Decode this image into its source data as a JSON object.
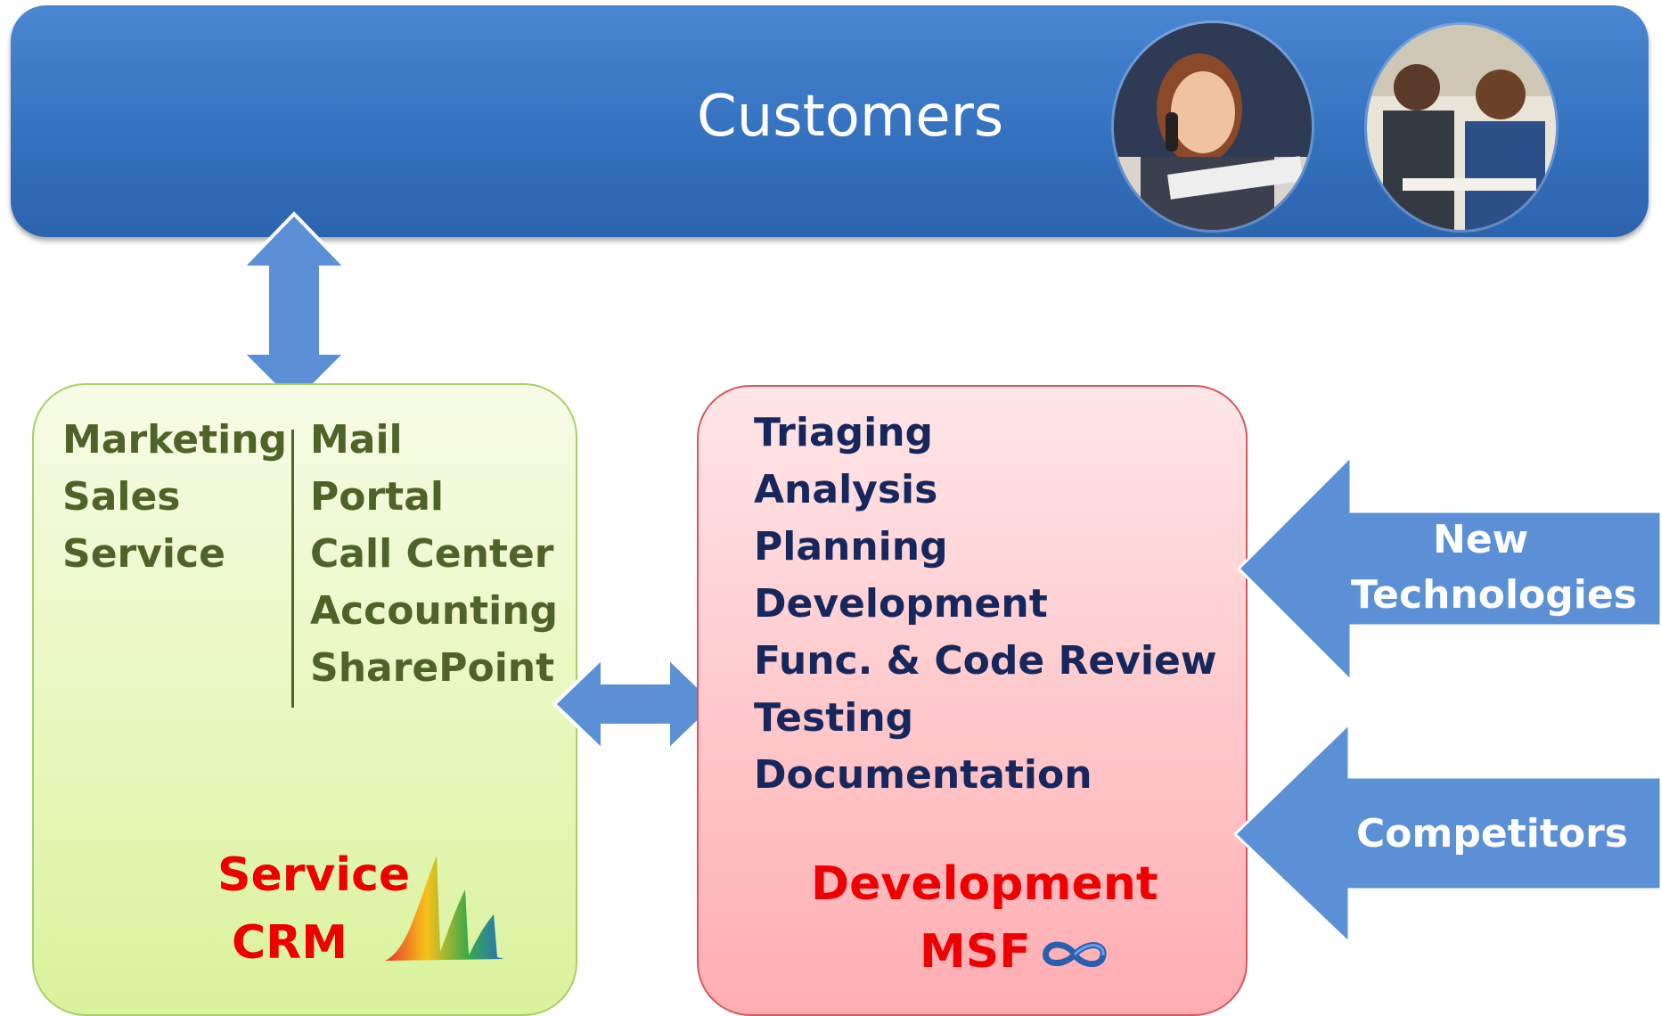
{
  "banner": {
    "title": "Customers"
  },
  "crm_box": {
    "left_items": [
      "Marketing",
      "Sales",
      "Service"
    ],
    "right_items": [
      "Mail",
      "Portal",
      "Call Center",
      "Accounting",
      "SharePoint"
    ],
    "label_line1": "Service",
    "label_line2": "CRM"
  },
  "dev_box": {
    "items": [
      "Triaging",
      "Analysis",
      "Planning",
      "Development",
      "Func. & Code Review",
      "Testing",
      "Documentation"
    ],
    "label_line1": "Development",
    "label_line2": "MSF"
  },
  "inputs": [
    {
      "line1": "New",
      "line2": "Technologies"
    },
    {
      "line1": "Competitors"
    }
  ],
  "colors": {
    "banner_blue": "#3572c0",
    "arrow_blue": "#5b8fd6",
    "crm_text": "#4f6228",
    "dev_text": "#17275c",
    "label_red": "#ee0000"
  },
  "icons": [
    "person-on-phone-photo",
    "business-meeting-photo",
    "dynamics-logo-icon",
    "msf-infinity-icon"
  ]
}
